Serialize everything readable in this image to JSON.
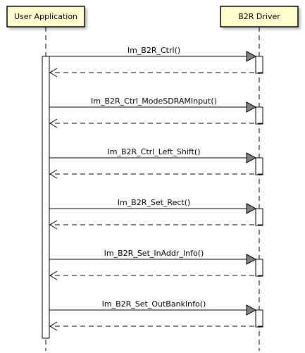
{
  "participants": [
    {
      "id": "user_app",
      "name": "User Application"
    },
    {
      "id": "b2r_driver",
      "name": "B2R Driver"
    }
  ],
  "messages": [
    {
      "from": "user_app",
      "to": "b2r_driver",
      "label": "Im_B2R_Ctrl()",
      "has_return": true
    },
    {
      "from": "user_app",
      "to": "b2r_driver",
      "label": "Im_B2R_Ctrl_ModeSDRAMInput()",
      "has_return": true
    },
    {
      "from": "user_app",
      "to": "b2r_driver",
      "label": "Im_B2R_Ctrl_Left_Shift()",
      "has_return": true
    },
    {
      "from": "user_app",
      "to": "b2r_driver",
      "label": "Im_B2R_Set_Rect()",
      "has_return": true
    },
    {
      "from": "user_app",
      "to": "b2r_driver",
      "label": "Im_B2R_Set_InAddr_Info()",
      "has_return": true
    },
    {
      "from": "user_app",
      "to": "b2r_driver",
      "label": "Im_B2R_Set_OutBankInfo()",
      "has_return": true
    }
  ],
  "colors": {
    "actor_fill": "#FEFECE",
    "actor_border": "#000000",
    "shadow": "#C8C8C8",
    "activation_fill": "#FFFFFF",
    "arrow_head": "#808080",
    "line": "#000000"
  }
}
